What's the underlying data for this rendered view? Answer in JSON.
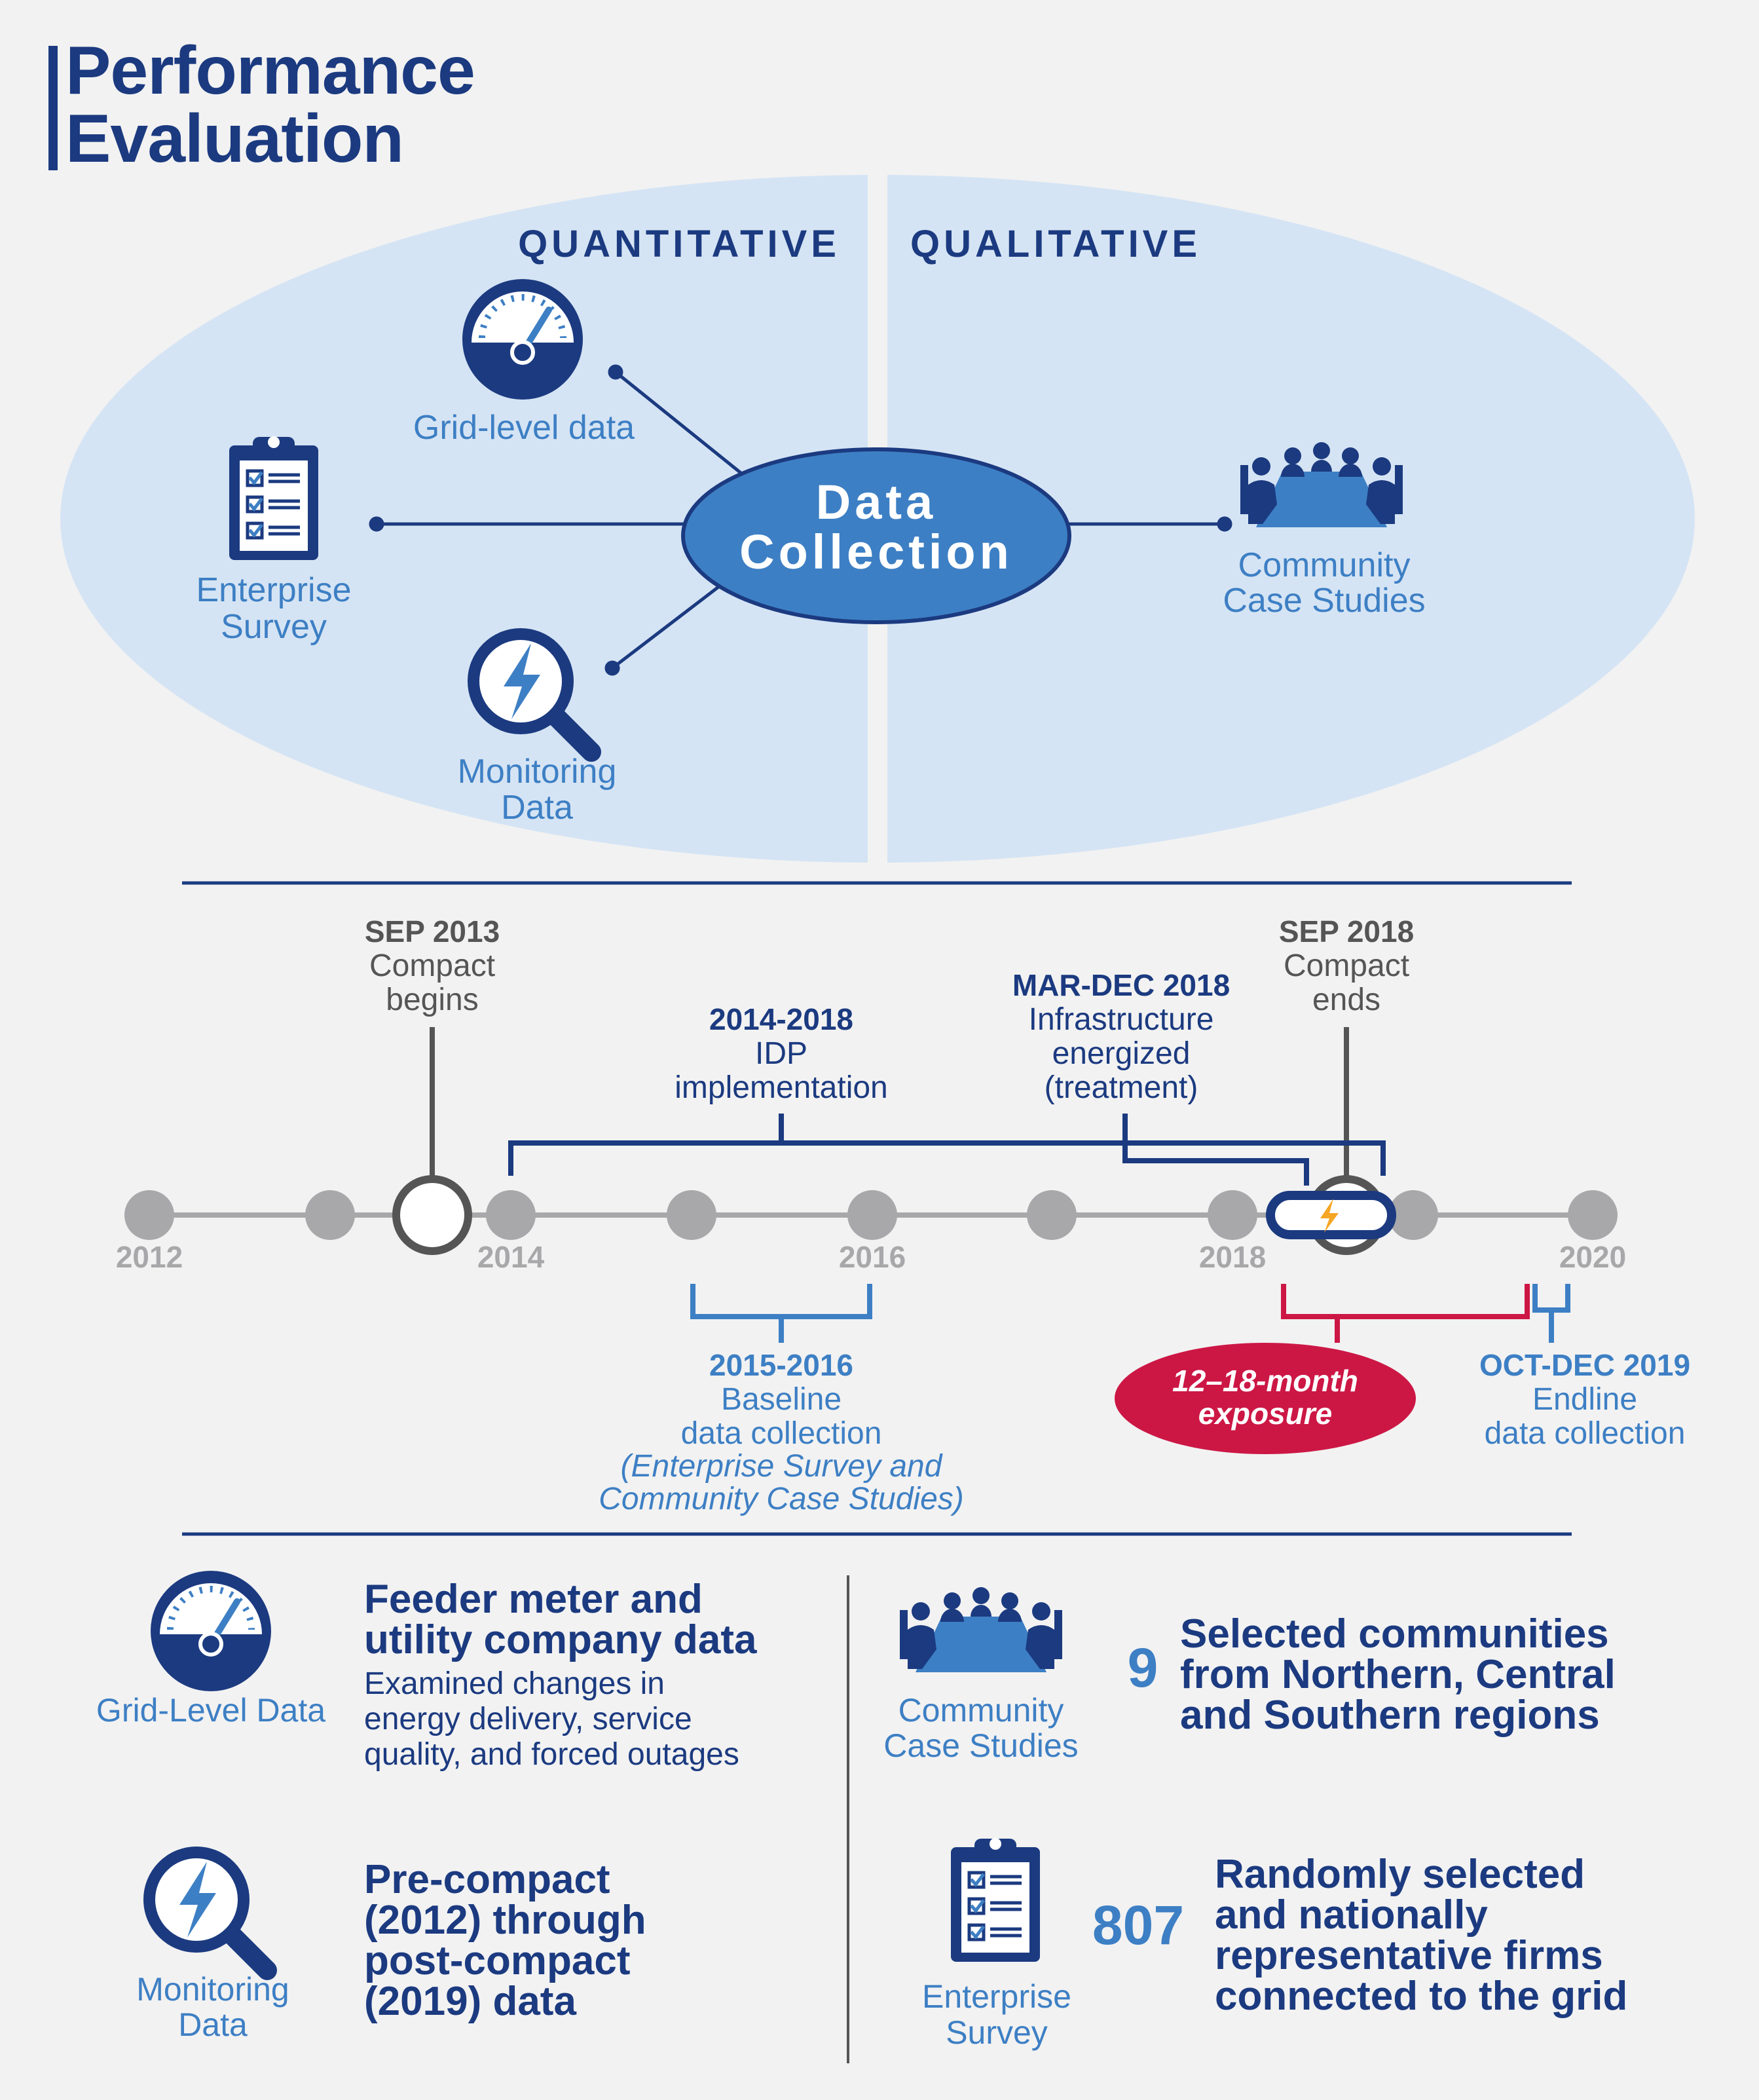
{
  "title": "Performance\nEvaluation",
  "colors": {
    "navy": "#1b3a80",
    "blue": "#3d7fc4",
    "light_blue": "#d5e4f4",
    "gray": "#a8a8aa",
    "dark_gray": "#555555",
    "red": "#cc1745",
    "orange": "#f5a623"
  },
  "data_collection": {
    "center_label_line1": "Data",
    "center_label_line2": "Collection",
    "quantitative_label": "QUANTITATIVE",
    "qualitative_label": "QUALITATIVE",
    "grid_level": {
      "label": "Grid-level data",
      "icon": "gauge-icon"
    },
    "enterprise_survey": {
      "label_line1": "Enterprise",
      "label_line2": "Survey",
      "icon": "clipboard-icon"
    },
    "monitoring": {
      "label_line1": "Monitoring",
      "label_line2": "Data",
      "icon": "magnifier-lightning-icon"
    },
    "community": {
      "label_line1": "Community",
      "label_line2": "Case Studies",
      "icon": "meeting-icon"
    }
  },
  "timeline": {
    "years": [
      "2012",
      "2014",
      "2016",
      "2018",
      "2020"
    ],
    "sep2013": {
      "date": "SEP 2013",
      "line1": "Compact",
      "line2": "begins"
    },
    "idp": {
      "date": "2014-2018",
      "line1": "IDP",
      "line2": "implementation"
    },
    "mar_dec": {
      "date": "MAR-DEC 2018",
      "line1": "Infrastructure",
      "line2": "energized",
      "line3": "(treatment)"
    },
    "sep2018": {
      "date": "SEP 2018",
      "line1": "Compact",
      "line2": "ends"
    },
    "baseline": {
      "date": "2015-2016",
      "line1": "Baseline",
      "line2": "data collection",
      "line3": "(Enterprise Survey and",
      "line4": "Community Case Studies)"
    },
    "exposure": {
      "line1": "12–18-month",
      "line2": "exposure"
    },
    "endline": {
      "date": "OCT-DEC 2019",
      "line1": "Endline",
      "line2": "data collection"
    }
  },
  "sources": {
    "grid": {
      "label": "Grid-Level Data",
      "heading_line1": "Feeder meter and",
      "heading_line2": "utility company data",
      "desc_line1": "Examined changes in",
      "desc_line2": "energy delivery, service",
      "desc_line3": "quality, and forced outages"
    },
    "monitoring": {
      "label_line1": "Monitoring",
      "label_line2": "Data",
      "heading_line1": "Pre-compact",
      "heading_line2": "(2012) through",
      "heading_line3": "post-compact",
      "heading_line4": "(2019) data"
    },
    "community": {
      "label_line1": "Community",
      "label_line2": "Case Studies",
      "number": "9",
      "heading_line1": "Selected communities",
      "heading_line2": "from Northern, Central",
      "heading_line3": "and Southern regions"
    },
    "enterprise": {
      "label_line1": "Enterprise",
      "label_line2": "Survey",
      "number": "807",
      "heading_line1": "Randomly selected",
      "heading_line2": "and nationally",
      "heading_line3": "representative firms",
      "heading_line4": "connected to the grid"
    }
  }
}
